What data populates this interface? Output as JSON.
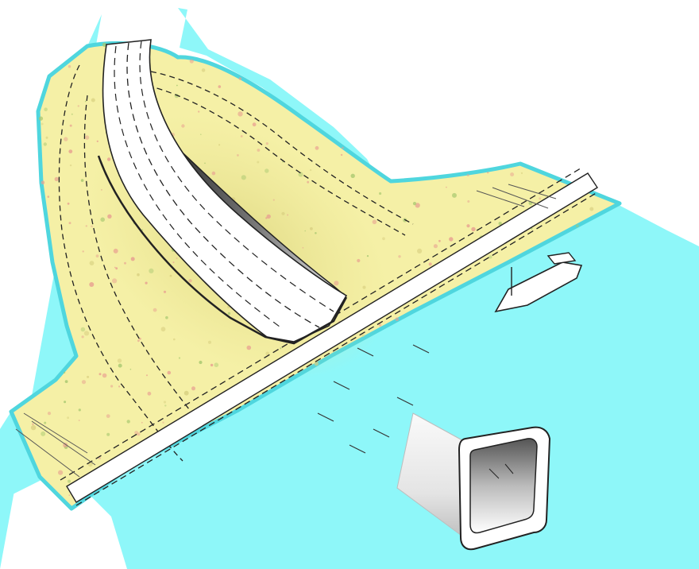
{
  "diagram": {
    "kind": "immersed tunnel schematic",
    "elements": [
      "land",
      "water",
      "highway",
      "tunnel-ramp",
      "riverside-road",
      "ship",
      "tunnel-element"
    ]
  },
  "colors": {
    "background": "#ffffff",
    "water": "#8ef7f9",
    "water_edge": "#4fd6de",
    "land": "#f5f0a6",
    "land_shade": "#e6e08a",
    "speckle_red": "#e8a090",
    "speckle_green": "#a8c870",
    "road": "#ffffff",
    "outline": "#222222",
    "ramp_shadow_dark": "#333333",
    "ramp_shadow_light": "#dddddd",
    "tunnel_body_light": "#f4f4f4",
    "tunnel_body_dark": "#c8c8c8"
  }
}
